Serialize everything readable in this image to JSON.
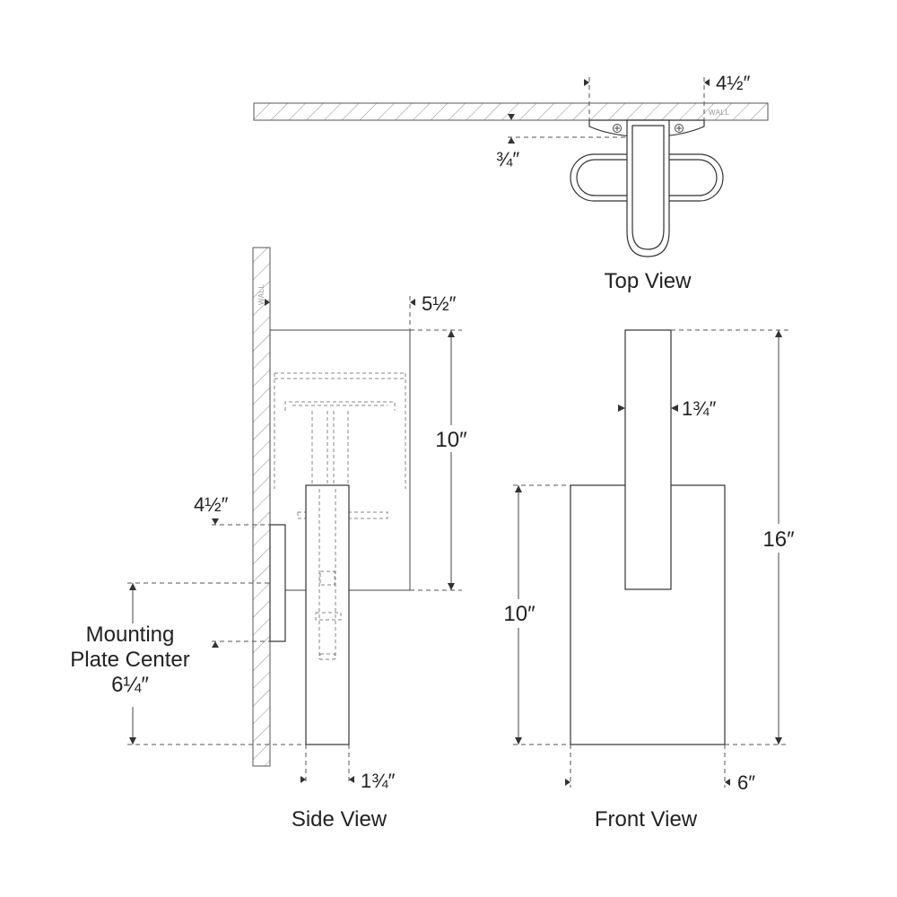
{
  "views": {
    "top": "Top View",
    "side": "Side View",
    "front": "Front View"
  },
  "wall_label": "WALL",
  "top_dims": {
    "plate_width": "4½″",
    "plate_depth": "¾″"
  },
  "side_dims": {
    "projection": "5½″",
    "shade_height": "10″",
    "plate_height": "4½″",
    "mounting_label_line1": "Mounting",
    "mounting_label_line2": "Plate Center",
    "mounting_value": "6¼″",
    "bar_width": "1¾″"
  },
  "front_dims": {
    "bar_width": "1¾″",
    "overall_height": "16″",
    "shade_height": "10″",
    "shade_width": "6″"
  }
}
